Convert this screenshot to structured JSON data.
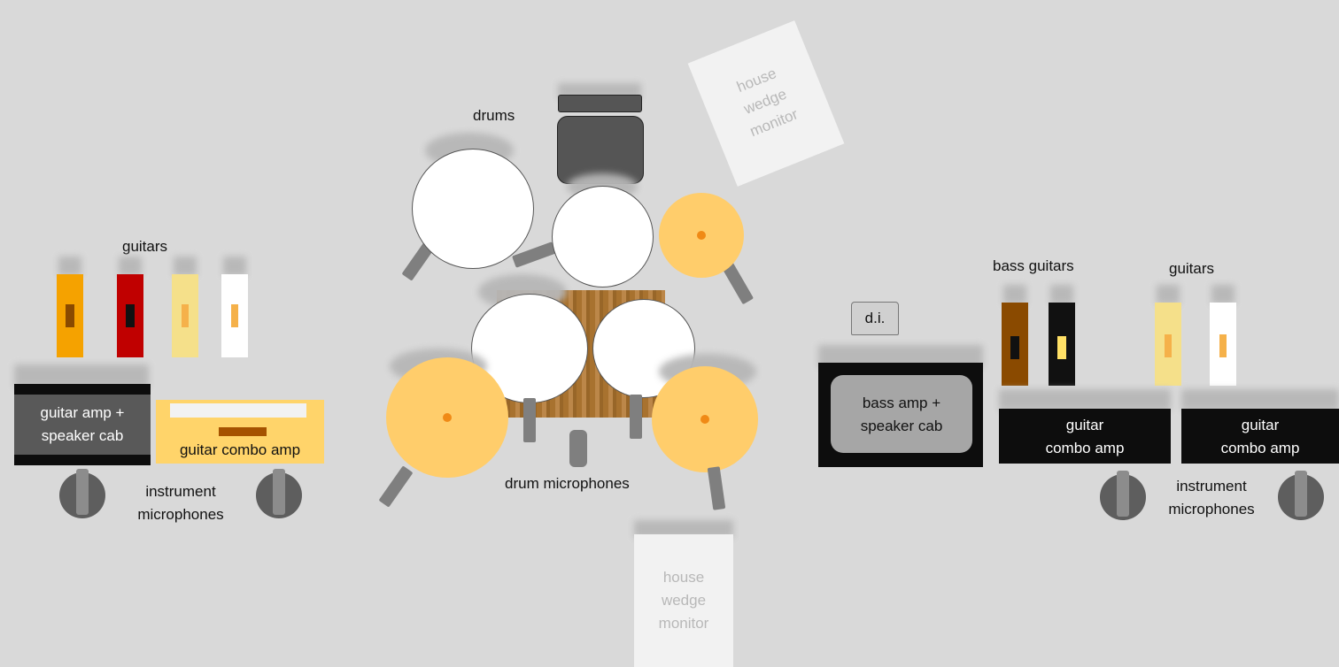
{
  "labels": {
    "drums": "drums",
    "guitars_left": "guitars",
    "bass_guitars": "bass guitars",
    "guitars_right": "guitars",
    "di": "d.i.",
    "guitar_amp_cab": "guitar amp + speaker cab",
    "guitar_combo_left": "guitar combo amp",
    "bass_amp_cab": "bass amp + speaker cab",
    "guitar_combo_right_1": "guitar combo amp",
    "guitar_combo_right_2": "guitar combo amp",
    "instrument_mics_left": "instrument microphones",
    "instrument_mics_right": "instrument microphones",
    "drum_mics": "drum microphones",
    "house_wedge_top": "house wedge monitor",
    "house_wedge_bottom": "house wedge monitor"
  },
  "colors": {
    "background": "#d9d9d9",
    "cymbal": "#ffcd6b",
    "cymbal_center": "#f08a16",
    "guitar_orange": "#f5a200",
    "guitar_red": "#c00000",
    "guitar_cream": "#f5e08a",
    "guitar_white": "#ffffff",
    "bass_brown": "#8a4a00",
    "bass_black": "#111111",
    "drum_riser_wood": "#b07a3d"
  },
  "icons": [
    "guitar-icon",
    "drum-icon",
    "cymbal-icon",
    "microphone-icon",
    "amp-icon",
    "monitor-icon",
    "di-box-icon"
  ]
}
